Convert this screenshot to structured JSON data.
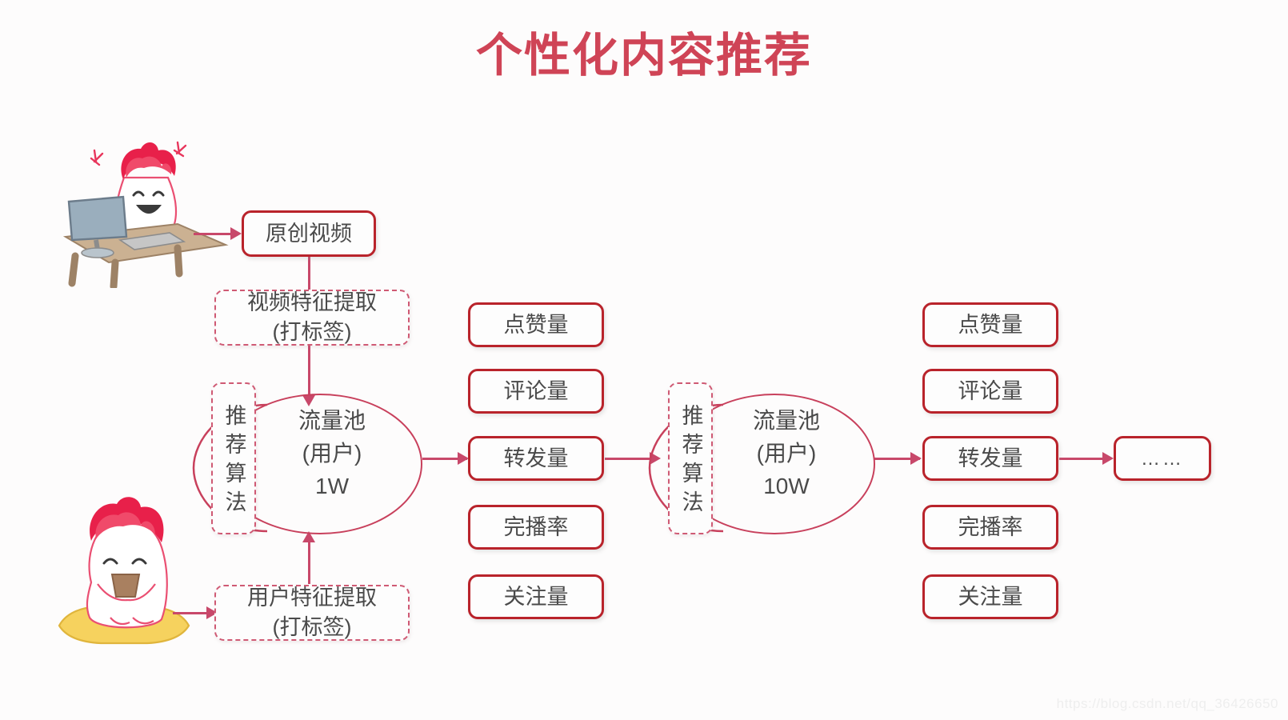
{
  "title": "个性化内容推荐",
  "watermark": "https://blog.csdn.net/qq_36426650",
  "nodes": {
    "original_video": "原创视频",
    "video_feature_line1": "视频特征提取",
    "video_feature_line2": "(打标签)",
    "user_feature_line1": "用户特征提取",
    "user_feature_line2": "(打标签)",
    "algorithm_1": "推荐算法",
    "algorithm_2": "推荐算法",
    "ellipsis": "……"
  },
  "pools": [
    {
      "name": "流量池",
      "audience": "(用户)",
      "size": "1W"
    },
    {
      "name": "流量池",
      "audience": "(用户)",
      "size": "10W"
    }
  ],
  "metrics_column_1": [
    "点赞量",
    "评论量",
    "转发量",
    "完播率",
    "关注量"
  ],
  "metrics_column_2": [
    "点赞量",
    "评论量",
    "转发量",
    "完播率",
    "关注量"
  ],
  "illustrations": {
    "creator_at_desk": "mascot-at-computer-illustration",
    "viewer_on_cushion": "mascot-drinking-illustration"
  },
  "colors": {
    "title": "#cf4456",
    "solid_border": "#b9232b",
    "dashed_border": "#cf5a74",
    "edge": "#c8486a",
    "pool_border": "#c8405c",
    "text": "#4a4a4a",
    "mascot_hair": "#e8204a",
    "cushion": "#f5d560"
  }
}
